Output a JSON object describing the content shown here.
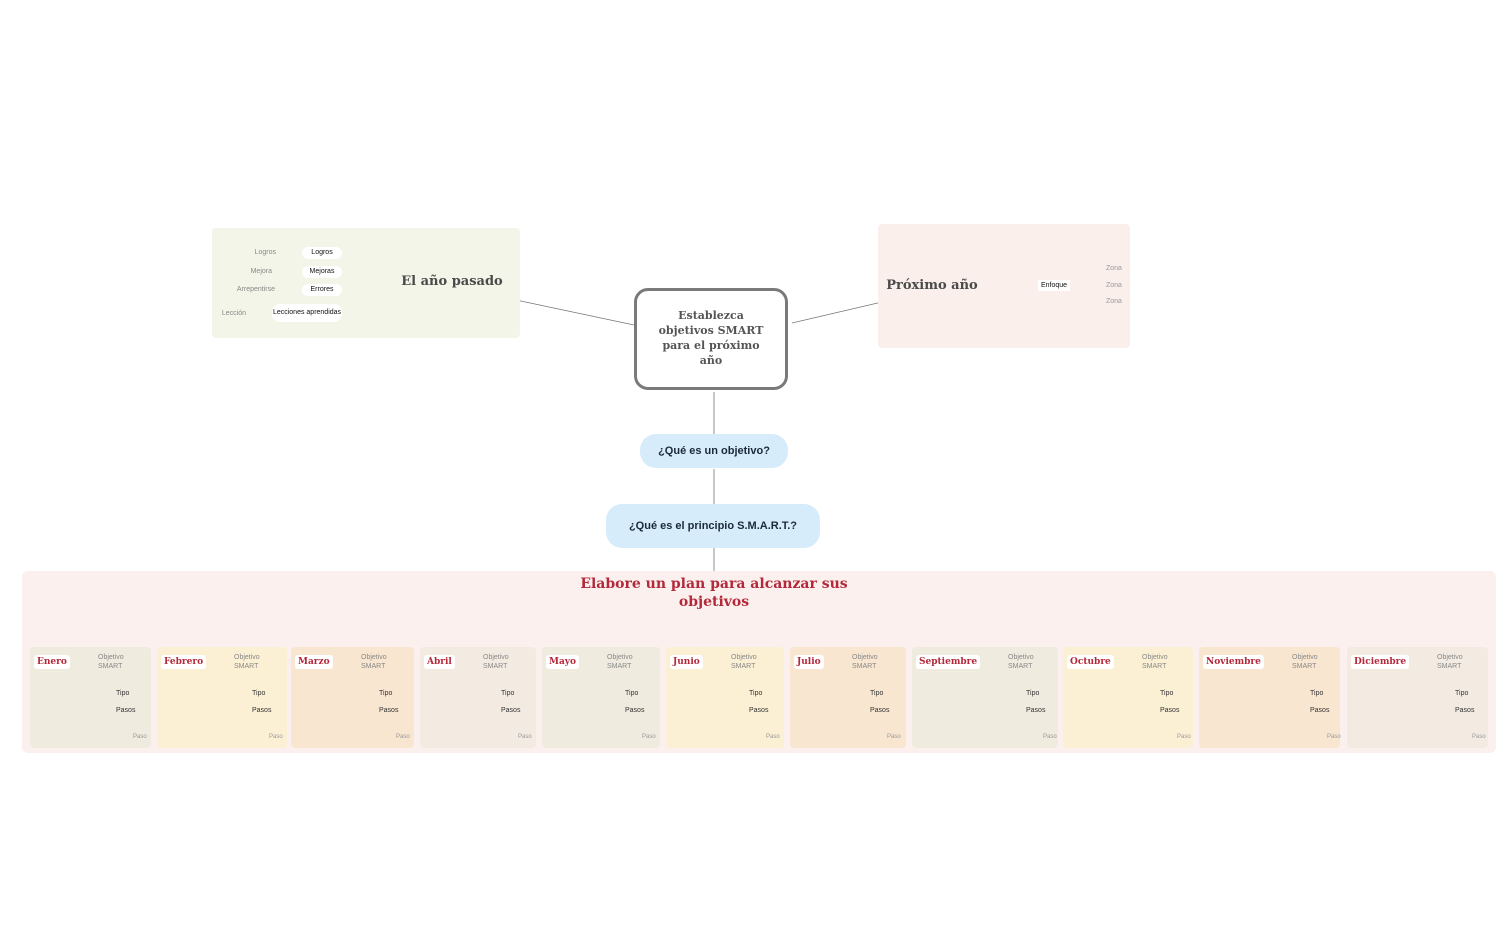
{
  "central": {
    "title": "Establezca objetivos SMART para el próximo año"
  },
  "past_year": {
    "title": "El año pasado",
    "items": [
      {
        "label": "Logros",
        "ghost": "Logros"
      },
      {
        "label": "Mejoras",
        "ghost": "Mejora"
      },
      {
        "label": "Errores",
        "ghost": "Arrepentirse"
      },
      {
        "label": "Lecciones aprendidas",
        "ghost": "Lección"
      }
    ]
  },
  "next_year": {
    "title": "Próximo año",
    "focus": "Enfoque",
    "zones": [
      "Zona",
      "Zona",
      "Zona"
    ]
  },
  "questions": {
    "what_is_goal": "¿Qué es un objetivo?",
    "what_is_smart": "¿Qué es el principio S.M.A.R.T.?"
  },
  "plan": {
    "title": "Elabore un plan para alcanzar sus objetivos",
    "objective_label": "Objetivo SMART",
    "type_label": "Tipo",
    "steps_label": "Pasos",
    "step_label": "Paso",
    "months": [
      {
        "name": "Enero",
        "color": "#f0ebdf"
      },
      {
        "name": "Febrero",
        "color": "#fbf0d4"
      },
      {
        "name": "Marzo",
        "color": "#f8e6d0"
      },
      {
        "name": "Abril",
        "color": "#f3ebe2"
      },
      {
        "name": "Mayo",
        "color": "#f0ebdf"
      },
      {
        "name": "Junio",
        "color": "#fbf0d4"
      },
      {
        "name": "Julio",
        "color": "#f8e6d0"
      },
      {
        "name": "Septiembre",
        "color": "#f0ebdf"
      },
      {
        "name": "Octubre",
        "color": "#fbf0d4"
      },
      {
        "name": "Noviembre",
        "color": "#f8e6d0"
      },
      {
        "name": "Diciembre",
        "color": "#f3ebe2"
      }
    ]
  },
  "colors": {
    "past_panel": "#f3f5e8",
    "next_panel": "#fbefec",
    "plan_panel": "#fbf0ed",
    "question_fill": "#d6ecfa",
    "plan_title": "#b3283a"
  }
}
